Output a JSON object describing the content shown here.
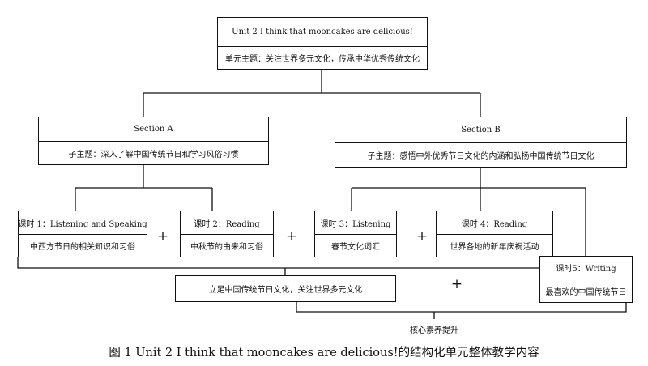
{
  "root": {
    "title": "Unit 2 I think that mooncakes are delicious!",
    "theme": "单元主题：关注世界多元文化，传承中华优秀传统文化"
  },
  "section_a": {
    "title": "Section A",
    "subtheme": "子主题：深入了解中国传统节日和学习风俗习惯"
  },
  "section_b": {
    "title": "Section B",
    "subtheme": "子主题：感悟中外优秀节日文化的内涵和弘扬中国传统节日文化"
  },
  "lessons": [
    {
      "title": "课时 1：Listening and Speaking",
      "content": "中西方节日的相关知识和习俗"
    },
    {
      "title": "课时 2：Reading",
      "content": "中秋节的由来和习俗"
    },
    {
      "title": "课时 3：Listening",
      "content": "春节文化词汇"
    },
    {
      "title": "课时 4：Reading",
      "content": "世界各地的新年庆祝活动"
    },
    {
      "title": "课时5：Writing",
      "content": "最喜欢的中国传统节日"
    }
  ],
  "plus_sign": "+",
  "summary": "立足中国传统节日文化，关注世界多元文化",
  "outcome": "核心素养提升",
  "caption": "图 1   Unit 2 I think that mooncakes are delicious!的结构化单元整体教学内容"
}
